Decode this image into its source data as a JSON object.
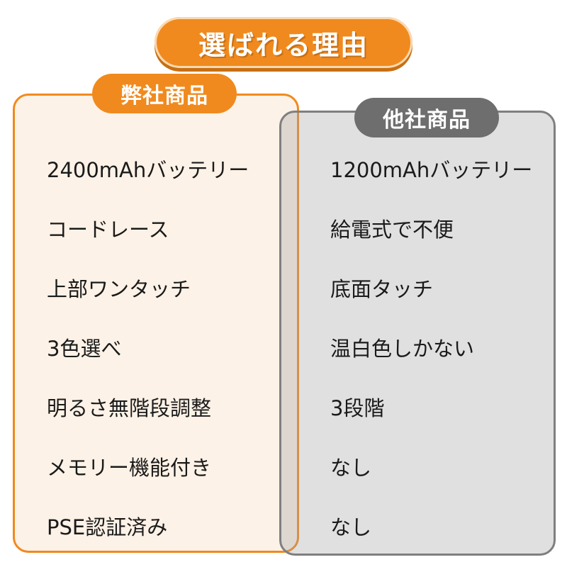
{
  "title": "選ばれる理由",
  "ours": {
    "label": "弊社商品",
    "items": [
      "2400mAhバッテリー",
      "コードレース",
      "上部ワンタッチ",
      "3色選べ",
      "明るさ無階段調整",
      "メモリー機能付き",
      "PSE認証済み"
    ]
  },
  "other": {
    "label": "他社商品",
    "items": [
      "1200mAhバッテリー",
      "給電式で不便",
      "底面タッチ",
      "温白色しかない",
      "3段階",
      "なし",
      "なし"
    ]
  },
  "colors": {
    "accent": "#f08a1e",
    "ours_bg": "#fdf2e7",
    "other_border": "#7f7f7f",
    "other_label": "#6e6e6e"
  }
}
